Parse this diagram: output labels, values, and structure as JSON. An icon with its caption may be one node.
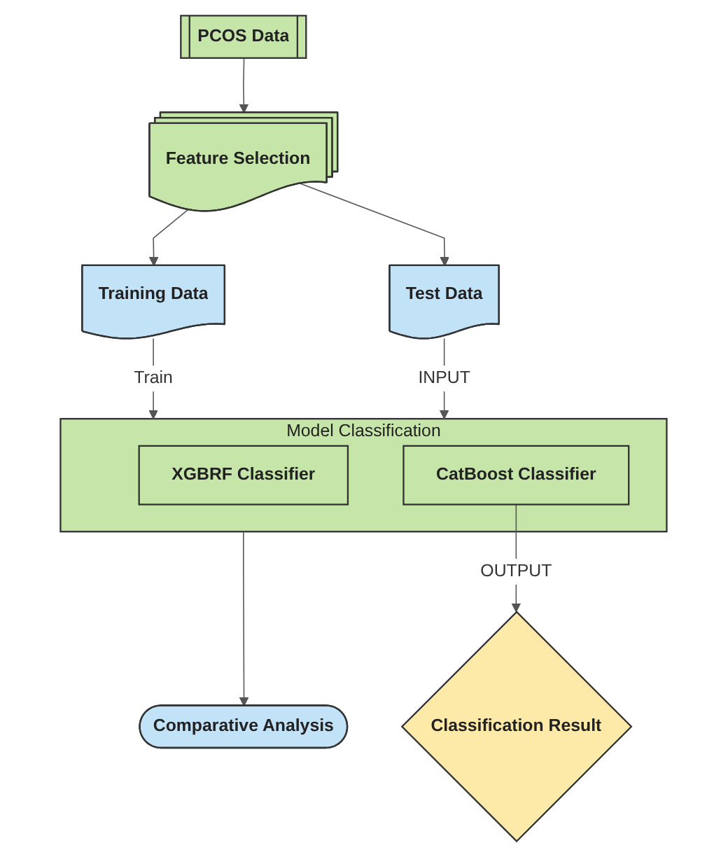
{
  "diagram": {
    "nodes": [
      {
        "text": [
          "PCOS Data"
        ]
      },
      {
        "text": [
          "Feature Selection"
        ]
      },
      {
        "text": [
          "Training Data"
        ]
      },
      {
        "text": [
          "Test Data"
        ]
      },
      {
        "text": [
          "Model Classification"
        ]
      },
      {
        "text": [
          "XGBRF Classifier"
        ],
        "in": 4
      },
      {
        "text": [
          "CatBoost Classifier"
        ],
        "in": 4
      },
      {
        "text": [
          "Classification Result"
        ]
      },
      {
        "text": [
          "Comparative Analysis"
        ]
      }
    ],
    "edges": [
      {
        "from": 0,
        "to": 1,
        "arrow": "to"
      },
      {
        "from": 1,
        "to": 2,
        "arrow": "to"
      },
      {
        "from": 1,
        "to": 3,
        "arrow": "to"
      },
      {
        "from": 2,
        "to": 4,
        "arrow": "to",
        "label": "Train"
      },
      {
        "from": 3,
        "to": 4,
        "arrow": "to",
        "label": "INPUT"
      },
      {
        "from": 6,
        "to": 7,
        "arrow": "to",
        "label": "OUTPUT"
      },
      {
        "from": 4,
        "to": 8,
        "arrow": "to"
      }
    ]
  }
}
